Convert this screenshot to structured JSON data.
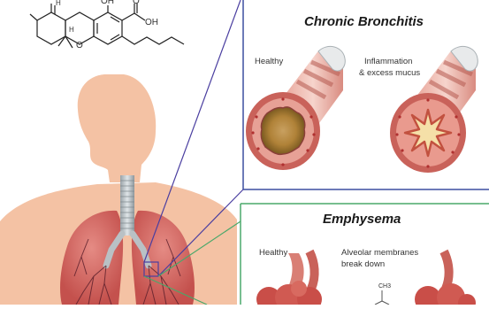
{
  "bronchitis": {
    "title": "Chronic Bronchitis",
    "healthy_label": "Healthy",
    "inflamed_label_line1": "Inflammation",
    "inflamed_label_line2": "& excess mucus"
  },
  "emphysema": {
    "title": "Emphysema",
    "healthy_label": "Healthy",
    "damaged_label_line1": "Alveolar membranes",
    "damaged_label_line2": "break down"
  },
  "molecule": {
    "oh_top": "OH",
    "oh_acid": "OH",
    "carbonyl_o": "O",
    "ring_o": "O",
    "h_upper": "H",
    "h_lower": "H",
    "ch3_small": "CH3"
  },
  "colors": {
    "skin": "#f4c2a4",
    "lung": "#d46a66",
    "airway_wall": "#c9625a",
    "connector_line": "#4a3ea0",
    "panel_border_top": "#3d4fa0",
    "panel_border_bottom": "#4aa86a"
  }
}
